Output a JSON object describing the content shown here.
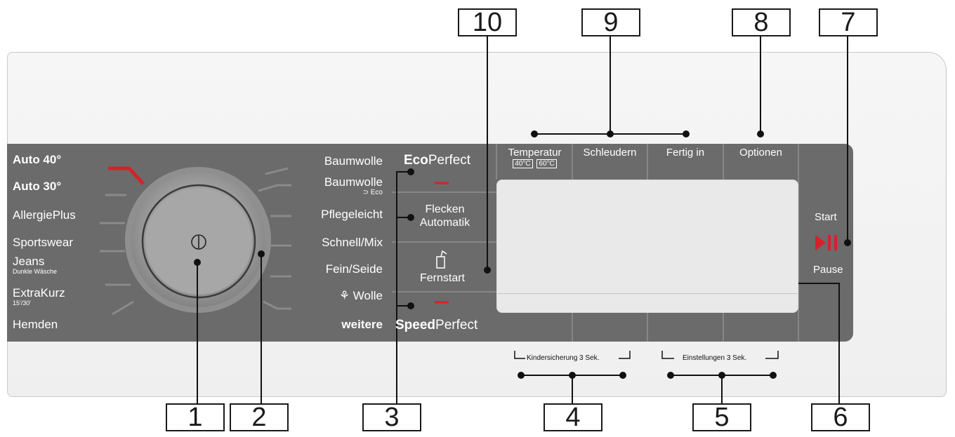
{
  "program_left": [
    {
      "label": "Auto 40°",
      "sub": "",
      "bold": true
    },
    {
      "label": "Auto 30°",
      "sub": "",
      "bold": true
    },
    {
      "label": "AllergiePlus",
      "sub": "",
      "bold": false
    },
    {
      "label": "Sportswear",
      "sub": "",
      "bold": false
    },
    {
      "label": "Jeans",
      "sub": "Dunkle Wäsche",
      "bold": false
    },
    {
      "label": "ExtraKurz",
      "sub": "15'/30'",
      "bold": false
    },
    {
      "label": "Hemden",
      "sub": "",
      "bold": false
    }
  ],
  "program_right": [
    {
      "label": "Baumwolle",
      "sub": "",
      "bold": false
    },
    {
      "label": "Baumwolle",
      "sub": "Eco",
      "bold": false
    },
    {
      "label": "Pflegeleicht",
      "sub": "",
      "bold": false
    },
    {
      "label": "Schnell/Mix",
      "sub": "",
      "bold": false
    },
    {
      "label": "Fein/Seide",
      "sub": "",
      "bold": false
    },
    {
      "label": "Wolle",
      "sub": "",
      "bold": false
    },
    {
      "label": "weitere",
      "sub": "",
      "bold": true
    }
  ],
  "buttons": {
    "eco_bold": "Eco",
    "eco_rest": "Perfect",
    "flecken_line1": "Flecken",
    "flecken_line2": "Automatik",
    "fernstart": "Fernstart",
    "speed_bold": "Speed",
    "speed_rest": "Perfect"
  },
  "top_buttons": {
    "temperatur": "Temperatur",
    "temp_40": "40°C",
    "temp_60": "60°C",
    "schleudern": "Schleudern",
    "fertig_in": "Fertig in",
    "optionen": "Optionen"
  },
  "start_pause": {
    "start": "Start",
    "pause": "Pause"
  },
  "hints": {
    "kindersicherung": "Kindersicherung 3 Sek.",
    "einstellungen": "Einstellungen 3 Sek."
  },
  "callouts": [
    "1",
    "2",
    "3",
    "4",
    "5",
    "6",
    "7",
    "8",
    "9",
    "10"
  ],
  "colors": {
    "panel": "#6b6b6b",
    "accent_red": "#d8202a",
    "display": "#e9e9e9"
  }
}
